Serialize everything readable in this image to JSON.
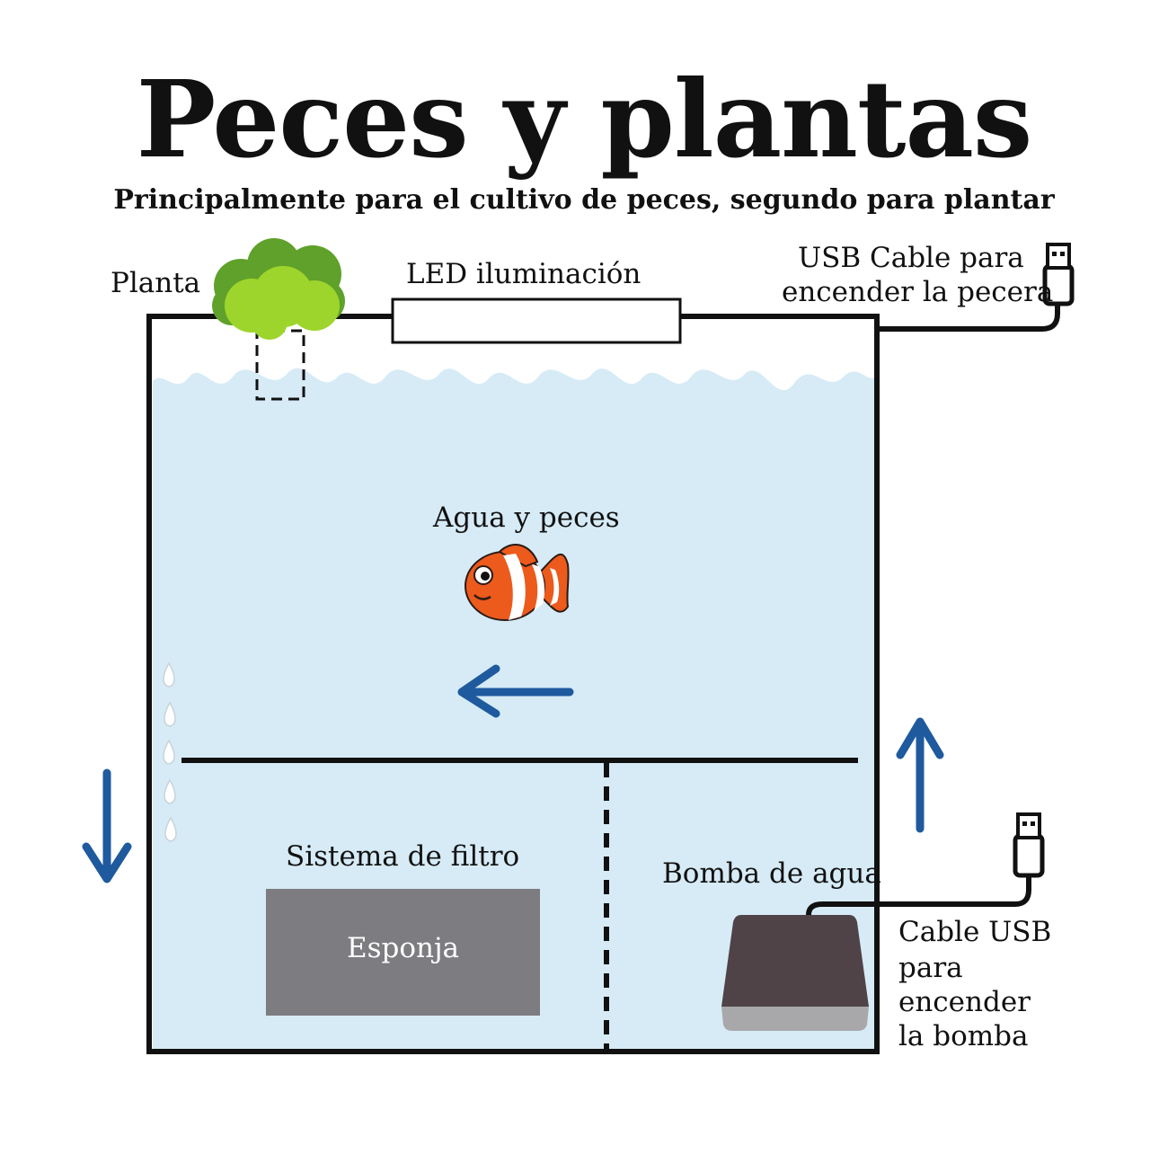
{
  "title": "Peces y plantas",
  "subtitle": "Principalmente para el cultivo de peces, segundo para plantar",
  "labels": {
    "plant": "Planta",
    "led": "LED iluminación",
    "usb_tank_line1": "USB Cable para",
    "usb_tank_line2": "encender la pecera",
    "water_fish": "Agua y peces",
    "filter_system": "Sistema de filtro",
    "sponge": "Esponja",
    "water_pump": "Bomba de agua",
    "usb_pump_line1": "Cable USB",
    "usb_pump_line2": "para",
    "usb_pump_line3": " encender",
    "usb_pump_line4": "la bomba"
  },
  "colors": {
    "water": "#d6ebf6",
    "outline": "#111111",
    "arrow": "#1f5a9e",
    "sponge": "#7d7c80",
    "pump_body": "#4f4348",
    "pump_base": "#a8a8aa",
    "plant_dark": "#5fa12a",
    "plant_light": "#9ed52c",
    "fish": "#ec5a1c"
  }
}
